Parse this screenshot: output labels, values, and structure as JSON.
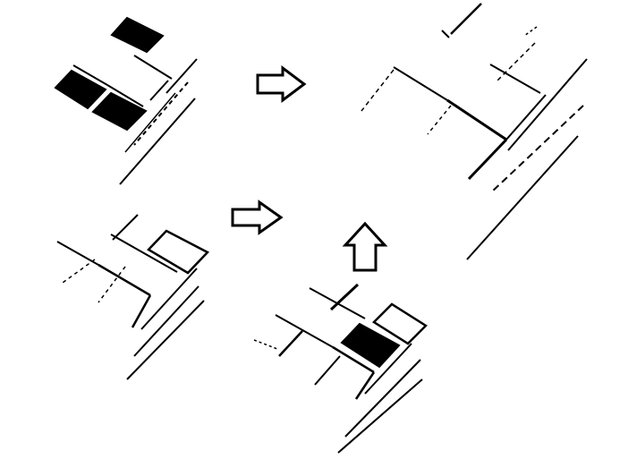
{
  "diagram": {
    "panels": [
      {
        "id": "top-left",
        "description_shown": false,
        "filled_squares": 3,
        "outlined_squares": 0
      },
      {
        "id": "bottom-left",
        "description_shown": false,
        "filled_squares": 0,
        "outlined_squares": 1
      },
      {
        "id": "bottom-center",
        "description_shown": false,
        "filled_squares": 1,
        "outlined_squares": 1
      },
      {
        "id": "right-result",
        "description_shown": false,
        "filled_squares": 0,
        "outlined_squares": 0
      }
    ],
    "arrows": [
      {
        "id": "top-arrow",
        "direction": "right"
      },
      {
        "id": "middle-arrow",
        "direction": "right"
      },
      {
        "id": "up-arrow",
        "direction": "up"
      }
    ],
    "colors": {
      "ink": "#000000",
      "paper": "#ffffff"
    }
  }
}
